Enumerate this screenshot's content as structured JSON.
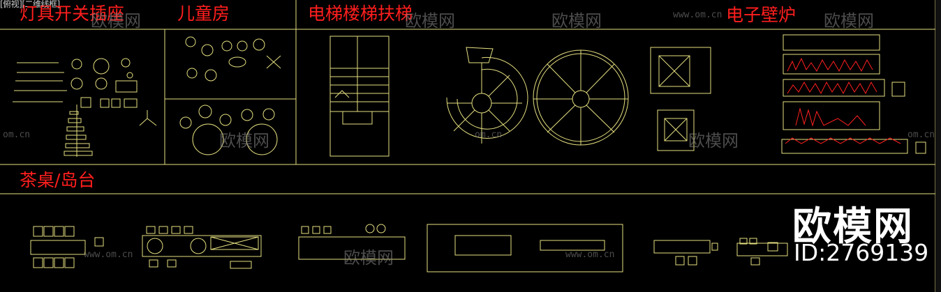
{
  "viewport": {
    "label": "[俯视][二维线框]"
  },
  "sections": {
    "lights": "灯具开关插座",
    "kids_room": "儿童房",
    "stairs": "电梯楼梯扶梯",
    "fireplace": "电子壁炉",
    "tea_table": "茶桌/岛台"
  },
  "watermark": {
    "brand": "欧模网",
    "site": "www.om.cn",
    "site_short": "om.cn"
  },
  "logo": {
    "name": "欧模网",
    "id": "ID:2769139"
  },
  "colors": {
    "background": "#000000",
    "lines": "#e6e080",
    "title": "#ff1e1e",
    "fire": "#ff2020"
  }
}
